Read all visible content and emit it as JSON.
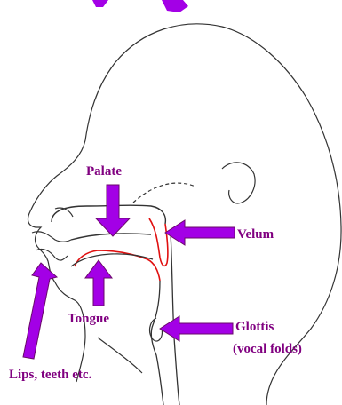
{
  "labels": {
    "palate": "Palate",
    "velum": "Velum",
    "tongue": "Tongue",
    "glottis": "Glottis",
    "vocal_folds": "(vocal folds)",
    "lips_teeth": "Lips, teeth etc."
  },
  "colors": {
    "arrow": "#a300e6",
    "arrow_stroke": "#6a0a6a",
    "label_text": "#800080",
    "outline": "#333333",
    "tract_highlight": "#e01010"
  }
}
